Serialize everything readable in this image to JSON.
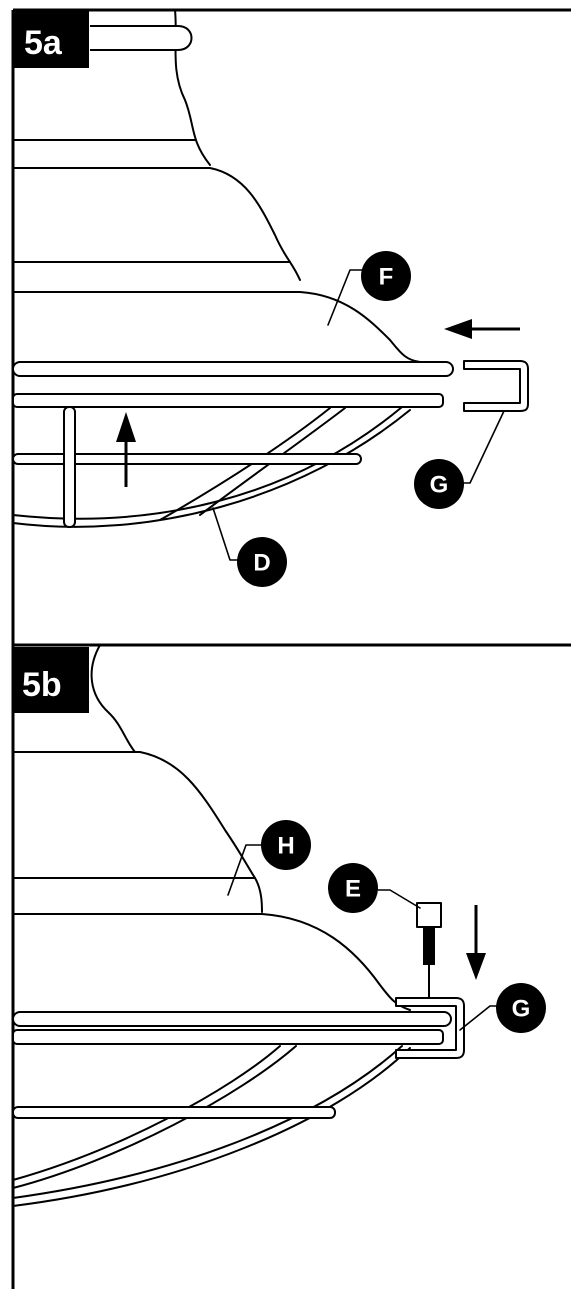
{
  "panels": [
    {
      "label": "5a"
    },
    {
      "label": "5b"
    }
  ],
  "callouts": {
    "F": "F",
    "G_top": "G",
    "D": "D",
    "H": "H",
    "E": "E",
    "G_bottom": "G"
  },
  "colors": {
    "ink": "#000000",
    "paper": "#ffffff"
  },
  "icons": [
    "arrow-left-icon",
    "arrow-up-icon",
    "arrow-down-icon",
    "bracket-clip-icon",
    "screw-icon"
  ]
}
